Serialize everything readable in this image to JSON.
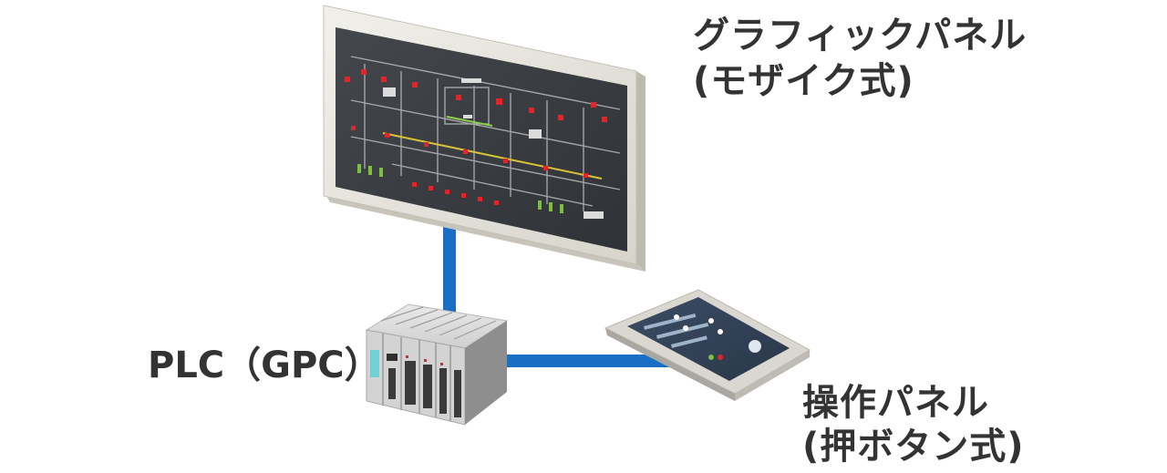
{
  "graphic_panel": {
    "title": "グラフィックパネル",
    "subtitle": "(モザイク式)"
  },
  "plc": {
    "label": "PLC（GPC）"
  },
  "operation_panel": {
    "title": "操作パネル",
    "subtitle": "(押ボタン式)"
  },
  "colors": {
    "connection_line": "#1a6fc4",
    "text": "#333333",
    "panel_frame": "#e2e0d8",
    "panel_screen": "#3a3d42",
    "indicator_red": "#e0262a",
    "indicator_green": "#7fbf3f"
  }
}
